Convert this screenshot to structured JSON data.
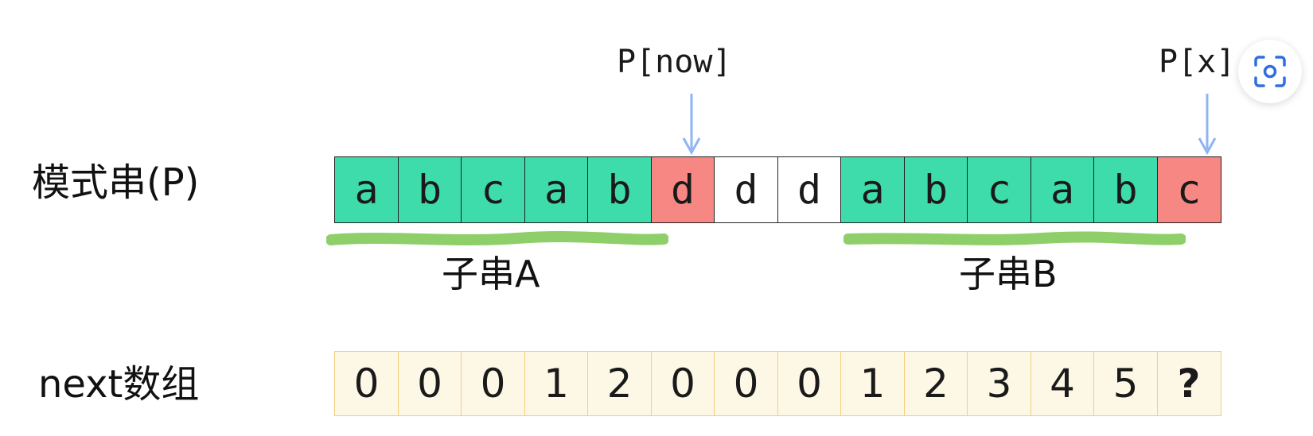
{
  "labels": {
    "pattern_row": "模式串(P)",
    "next_row": "next数组",
    "pointer_now": "P[now]",
    "pointer_x": "P[x]",
    "substring_a": "子串A",
    "substring_b": "子串B"
  },
  "pattern": [
    {
      "char": "a",
      "color": "green"
    },
    {
      "char": "b",
      "color": "green"
    },
    {
      "char": "c",
      "color": "green"
    },
    {
      "char": "a",
      "color": "green"
    },
    {
      "char": "b",
      "color": "green"
    },
    {
      "char": "d",
      "color": "red"
    },
    {
      "char": "d",
      "color": "white"
    },
    {
      "char": "d",
      "color": "white"
    },
    {
      "char": "a",
      "color": "green"
    },
    {
      "char": "b",
      "color": "green"
    },
    {
      "char": "c",
      "color": "green"
    },
    {
      "char": "a",
      "color": "green"
    },
    {
      "char": "b",
      "color": "green"
    },
    {
      "char": "c",
      "color": "red"
    }
  ],
  "next": [
    "0",
    "0",
    "0",
    "1",
    "2",
    "0",
    "0",
    "0",
    "1",
    "2",
    "3",
    "4",
    "5",
    "?"
  ],
  "colors": {
    "match": "#3ddcaa",
    "mismatch": "#f68783",
    "next_fill": "#fdf7e6",
    "next_border": "#f3cf7a",
    "arrow": "#8fb4f3",
    "underline": "#8fcf6a",
    "scan_icon": "#2f6fe0"
  },
  "icons": {
    "scan_button": "screen-scan-icon"
  }
}
